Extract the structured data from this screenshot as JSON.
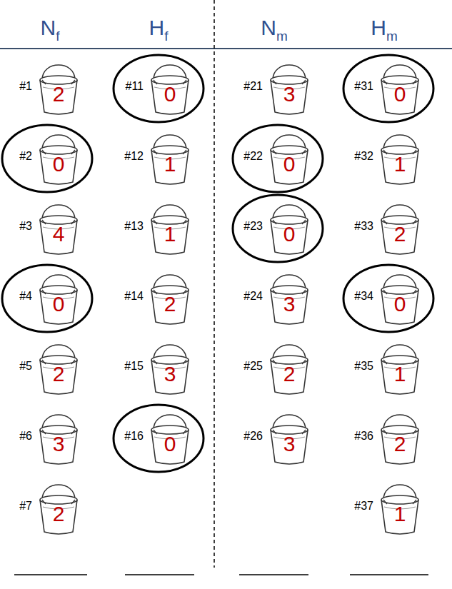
{
  "diagram": {
    "nodes": [
      {
        "text": [
          "#1",
          "2"
        ]
      },
      {
        "text": [
          "#2",
          "0"
        ]
      },
      {
        "text": [
          "#3",
          "4"
        ]
      },
      {
        "text": [
          "#4",
          "0"
        ]
      },
      {
        "text": [
          "#5",
          "2"
        ]
      },
      {
        "text": [
          "#6",
          "3"
        ]
      },
      {
        "text": [
          "#7",
          "2"
        ]
      },
      {
        "text": [
          "#11",
          "0"
        ]
      },
      {
        "text": [
          "#12",
          "1"
        ]
      },
      {
        "text": [
          "#13",
          "1"
        ]
      },
      {
        "text": [
          "#14",
          "2"
        ]
      },
      {
        "text": [
          "#15",
          "3"
        ]
      },
      {
        "text": [
          "#16",
          "0"
        ]
      },
      {
        "text": [
          "#21",
          "3"
        ]
      },
      {
        "text": [
          "#22",
          "0"
        ]
      },
      {
        "text": [
          "#23",
          "0"
        ]
      },
      {
        "text": [
          "#24",
          "3"
        ]
      },
      {
        "text": [
          "#25",
          "2"
        ]
      },
      {
        "text": [
          "#26",
          "3"
        ]
      },
      {
        "text": [
          "#31",
          "0"
        ]
      },
      {
        "text": [
          "#32",
          "1"
        ]
      },
      {
        "text": [
          "#33",
          "2"
        ]
      },
      {
        "text": [
          "#34",
          "0"
        ]
      },
      {
        "text": [
          "#35",
          "1"
        ]
      },
      {
        "text": [
          "#36",
          "2"
        ]
      },
      {
        "text": [
          "#37",
          "1"
        ]
      }
    ],
    "labels": [
      "N",
      "f",
      "H",
      "f",
      "N",
      "m",
      "H",
      "m"
    ]
  }
}
